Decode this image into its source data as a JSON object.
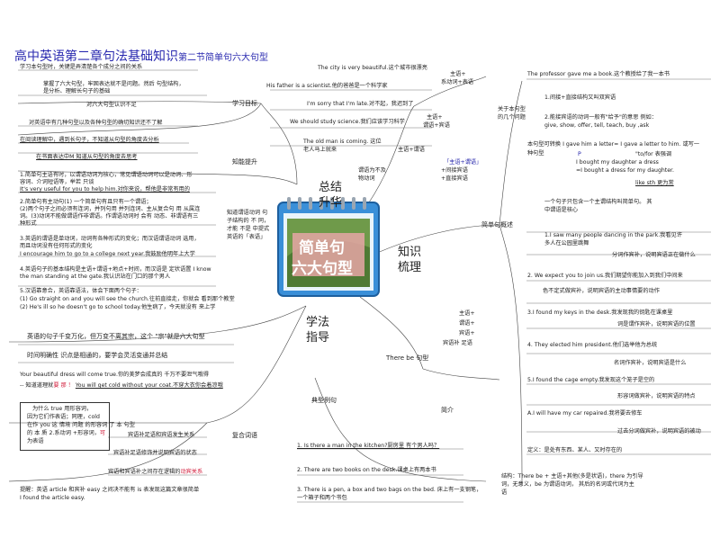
{
  "title": {
    "main": "高中英语第二章句法基础知识",
    "sub": "第二节简单句六大句型"
  },
  "center": {
    "line1": "简单句",
    "line2": "六大句型"
  },
  "branches": {
    "zongjie_a": "总结",
    "zongjie_b": "升华",
    "zhishi_a": "知识",
    "zhishi_b": "梳理",
    "xuefa_a": "学法",
    "xuefa_b": "指导"
  },
  "left": {
    "goal_label": "学习目标",
    "ability_label": "知能提升",
    "review_label": "复合词语",
    "goal1": "学习本句型时，关键是弄清楚各个成分之间的关系",
    "goal2": "掌握了六大句型，牢固表达就不是问题。然后 句型结构，",
    "goal3": "是分析、理解长句子的基础",
    "goal4": "对六大句型认识不足",
    "goal5": "对英语中有几种句型以及各种句型的确切知识还不了解",
    "goal6": "在阅读理解中，遇到长句子，不知道从句型的角度去分析",
    "goal7": "在书面表达中M 知道从句型的角度去思考",
    "a1": "1.简单句主语有时，以谓语动词为核心，常见谓语动词可以是动词、形",
    "a1b": "容词、介词短语等，举若 只谈",
    "a1c": "It's very useful for you to help him.对你来说，帮他是非常有用的",
    "a2": "2.简单句有主动句(1) 一个简单句有且只有一个谓语；",
    "a2b": "(2)两个句子之间必须有连词，并列句用 并列连词、主从复合句 用 从属连",
    "a2c": "词。(3)动词不能做谓语作非谓语。作谓语动词时 会有 动态、非谓语有三",
    "a2d": "种形式",
    "a3": "3.英语的谓语是单动词，动词有各种形式的变化；而汉语谓语动词 选用，",
    "a3b": "而且动词没有任何形式的变化",
    "a3c": "I encourage him to go to a college next year.我鼓励他明年上大学",
    "a4": "4.英语句子的基本结构是主语+谓语+地点+时间，而汉语是 定状语置 I know",
    "a4b": "the man standing at the gate.我认识站在门口的那个男人",
    "a5": "5.汉语靠意合，英语靠语法，体会下面两个句子：",
    "a5b": "(1) Go straight on and you will see the church.往前直接走，你就会 看到那个教堂",
    "a5c": "(2) He's ill so he doesn't go to school today.他生病了，今天就没有 来上学",
    "p1": "英语的句子千变万化，但万变不离其宗，这个 \"宗\"就是六大句型",
    "p2": "时间明确性 识点是相通的，要学会灵活变通并总结",
    "p3": "Your beautiful dress will come true.你的美梦会成真的 千万不要泄气哦得",
    "p4a": "-- 知道道理就",
    "p4b": "要 那 ！",
    "p4c": "You will get cold without your coat.不穿大衣你会着凉哦",
    "note1": "为什么 true 用形容词，",
    "note2": "因为它们作表语；同理，cold",
    "note3": "在作 you 这 情境 问题 的形容词 了 本 句型",
    "note4": "的 本 质 2.系动词 +形容词，",
    "note4r": "可",
    "note5": "为表语",
    "rev1": "宾语补足语和宾语发生关系",
    "rev2": "宾语补足语修饰并说明宾语的状态",
    "rev3": "宾语和宾语补之间存在逻辑的",
    "rev3r": "动宾关系",
    "bottom1": "提醒：英语 article 和宾补 easy 之间决不能有 is 表发现这篇文章很简单",
    "bottom2": "I found the article easy."
  },
  "middle": {
    "s1": "The city is very beautiful.这个城市很漂亮",
    "s2": "His father is a scientist.他的爸爸是一个科学家",
    "s3": "I'm sorry that I'm late.对不起，我迟到了",
    "s4": "We should study science.我们应该学习科学",
    "s5": "The old man is coming. 这位",
    "s5b": "老人马上就来",
    "nov1": "谓语为不及",
    "nov2": "物动词",
    "tag_mo1": "主语+",
    "tag_mo2": "系动词+表语",
    "tag_zw": "主语+",
    "tag_zw2": "谓语+宾语",
    "tag_zw3": "主语+谓语",
    "tag_q1": "「主语+谓语」",
    "tag_q2": "+间接宾语",
    "tag_q3": "+直接宾语",
    "tag_b1": "主语+",
    "tag_b2": "谓语+",
    "tag_b3": "宾语+",
    "tag_b4": "宾语补 足语",
    "there_label": "There be 句型",
    "simple_overview": "简单句概述",
    "typical": "典型例句",
    "jianjie": "简介",
    "e1": "1. Is there a man in the kitchen?厨房里 有个男人吗？",
    "e2": "2. There are two books on the desk.课桌上有两本书",
    "e3": "3. There is a pen, a box and two bags on the bed. 床上有一支钢笔，",
    "e3b": "一个箱子和两个书包",
    "knowledge1": "知道谓语动词 句",
    "knowledge2": "子结构的 不 同，",
    "knowledge3": "才能 不是 中提式",
    "knowledge4": "英语的「表语」"
  },
  "right": {
    "r1": "The professor gave me a book.这个教授给了我一本书",
    "r_key": "关于本句型",
    "r_key2": "的几个问题",
    "r2": "1.间接+直接结构又叫双宾语",
    "r3": "2.能接宾语的动词一般有\"给予\"的意思 例如：",
    "r3b": "give, show, offer, tell, teach, buy ,ask",
    "r4": "本句型可转换 I gave him a letter= I gave a letter to him. 或写一",
    "r4b": "种句型",
    "r4c": "I bought my daughter a dress",
    "r4d": "=I bought a dress for my daughter.",
    "r4p": "P",
    "r4q": "\"to/for 表强调",
    "r4s": "like sth 更为常",
    "r5": "一个句子只包含一个主谓结构叫简单句。 其",
    "r5b": "中谓语是核心",
    "r6": "1.I saw many people dancing in the park.我看见许",
    "r6b": "多人在公园里跳舞",
    "r6c": "分词作宾补，说明宾语正在做什么",
    "r7": "2. We expect you to join us.我们期望你能加入到我们中间来",
    "r7b": "色不定式做宾补，说明宾语的主动事情要的动作",
    "r8": "3.I found my keys in the desk.我发现我的钥匙在课桌里",
    "r8b": "词是谓作宾补，说明宾语的位置",
    "r9": "4. They elected him president.他们选举他为总统",
    "r9b": "名词作宾补，说明宾语是什么",
    "r10": "5.I found the cage empty.我发现这个笼子是空的",
    "r10b": "形容词做宾补，说明宾语的特点",
    "r11": "A.I will have my car repaired.我将要去修车",
    "r11b": "过去分词做宾补，说明宾语的被动",
    "r12": "定义：是处有东西、某人、又时存在的",
    "r13": "结构：There be + 主语+其他(多是状语)，there 为引导",
    "r13b": "词，无意义，be 为谓语动词， 其后的名词或代词为主",
    "r13c": "语"
  },
  "colors": {
    "title": "#2a2ab0",
    "accent_red": "#d21e3c",
    "calendar_blue": "#3a8fd8",
    "photo_green": "#6f9a4a"
  }
}
